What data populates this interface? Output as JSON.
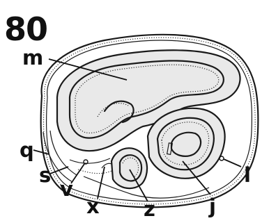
{
  "figure": {
    "number": "80",
    "labels": {
      "m": "m",
      "q": "q",
      "s": "s",
      "v": "v",
      "x": "x",
      "z": "z",
      "j": "j",
      "l": "l"
    }
  }
}
